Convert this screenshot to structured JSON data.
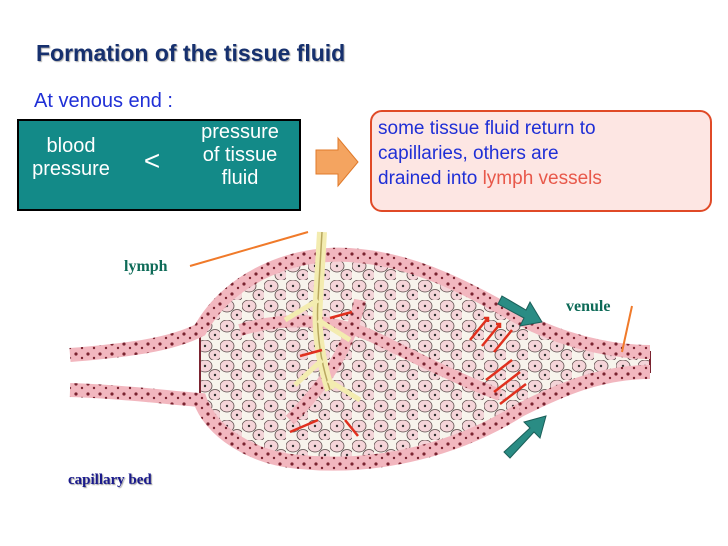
{
  "title": "Formation of the tissue fluid",
  "subtitle": "At venous end :",
  "comparison": {
    "left": "blood pressure",
    "left_line1": "blood",
    "left_line2": "pressure",
    "operator": "<",
    "right_line1": "pressure",
    "right_line2": "of tissue",
    "right_line3": "fluid"
  },
  "result": {
    "line1": "some tissue fluid return to",
    "line2a": "capillaries,",
    "line2b": " others are",
    "line3a": "drained into ",
    "line3b": "lymph vessels"
  },
  "labels": {
    "lymph": "lymph",
    "venule": "venule",
    "capillary_bed": "capillary bed"
  },
  "colors": {
    "title": "#16306e",
    "text_blue": "#1f2fd6",
    "teal_box": "#138a88",
    "pink_box": "#fde6e3",
    "arrow_orange": "#f07a2a",
    "arrow_teal": "#2a8c84",
    "fluid_arrows": "#e0301e",
    "label_green": "#0e6b58"
  },
  "icons": {
    "transition_arrow": "right-arrow-icon",
    "flow_arrows": "flow-arrow-icon"
  }
}
